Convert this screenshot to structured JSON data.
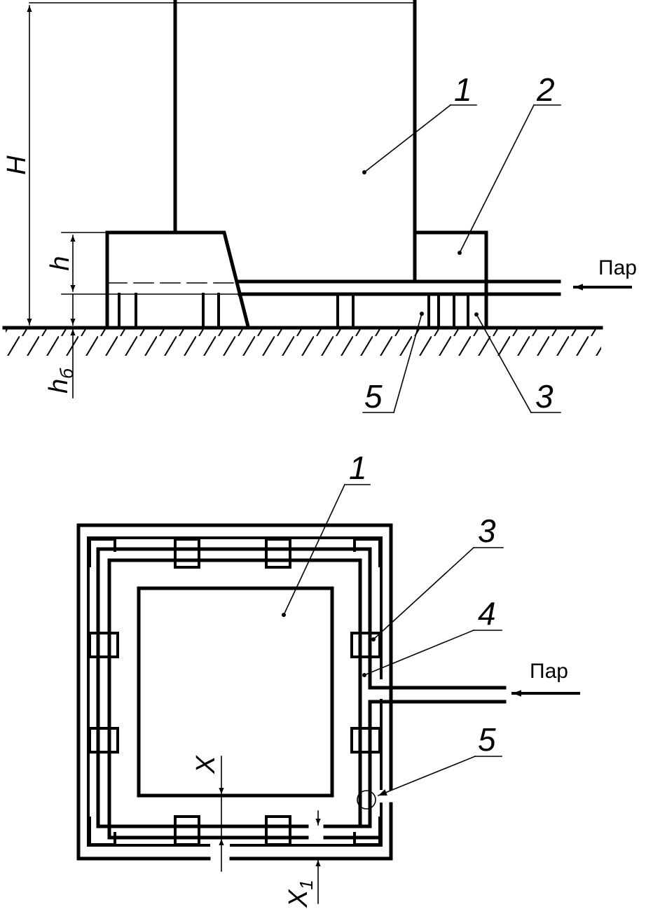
{
  "elevation": {
    "callouts": {
      "c1": "1",
      "c2": "2",
      "c3": "3",
      "c5": "5"
    },
    "dims": {
      "H": "H",
      "h": "h",
      "hb": "h",
      "hb_sub": "б"
    },
    "steam_label": "Пар"
  },
  "plan": {
    "callouts": {
      "c1": "1",
      "c3": "3",
      "c4": "4",
      "c5": "5"
    },
    "dims": {
      "X": "X",
      "X1": "X",
      "X1_sub": "1"
    },
    "steam_label": "Пар"
  }
}
